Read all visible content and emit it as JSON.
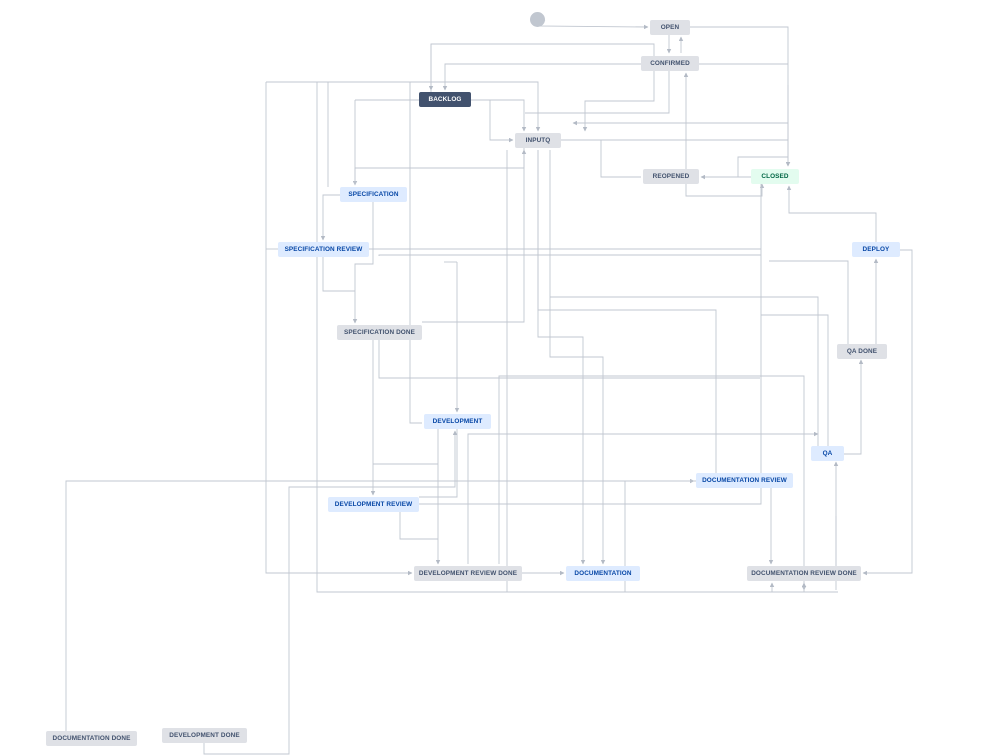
{
  "diagram": {
    "statuses": [
      {
        "id": "open",
        "label": "OPEN",
        "category": "todo"
      },
      {
        "id": "confirmed",
        "label": "CONFIRMED",
        "category": "todo"
      },
      {
        "id": "backlog",
        "label": "BACKLOG",
        "category": "selected"
      },
      {
        "id": "inputq",
        "label": "INPUTQ",
        "category": "todo"
      },
      {
        "id": "reopened",
        "label": "REOPENED",
        "category": "todo"
      },
      {
        "id": "closed",
        "label": "CLOSED",
        "category": "done"
      },
      {
        "id": "specification",
        "label": "SPECIFICATION",
        "category": "inprogress"
      },
      {
        "id": "specification_review",
        "label": "SPECIFICATION REVIEW",
        "category": "inprogress"
      },
      {
        "id": "deploy",
        "label": "DEPLOY",
        "category": "inprogress"
      },
      {
        "id": "specification_done",
        "label": "SPECIFICATION DONE",
        "category": "todo"
      },
      {
        "id": "qa_done",
        "label": "QA DONE",
        "category": "todo"
      },
      {
        "id": "development",
        "label": "DEVELOPMENT",
        "category": "inprogress"
      },
      {
        "id": "qa",
        "label": "QA",
        "category": "inprogress"
      },
      {
        "id": "documentation_review",
        "label": "DOCUMENTATION REVIEW",
        "category": "inprogress"
      },
      {
        "id": "development_review",
        "label": "DEVELOPMENT REVIEW",
        "category": "inprogress"
      },
      {
        "id": "development_review_done",
        "label": "DEVELOPMENT REVIEW DONE",
        "category": "todo"
      },
      {
        "id": "documentation",
        "label": "DOCUMENTATION",
        "category": "inprogress"
      },
      {
        "id": "documentation_review_done",
        "label": "DOCUMENTATION REVIEW DONE",
        "category": "todo"
      },
      {
        "id": "documentation_done",
        "label": "DOCUMENTATION DONE",
        "category": "todo"
      },
      {
        "id": "development_done",
        "label": "DEVELOPMENT DONE",
        "category": "todo"
      }
    ],
    "colors": {
      "line": "#c1c7d0",
      "todo_bg": "#dfe1e6",
      "inprogress_bg": "#deebff",
      "done_bg": "#e3fcef",
      "selected_bg": "#42526e"
    }
  }
}
